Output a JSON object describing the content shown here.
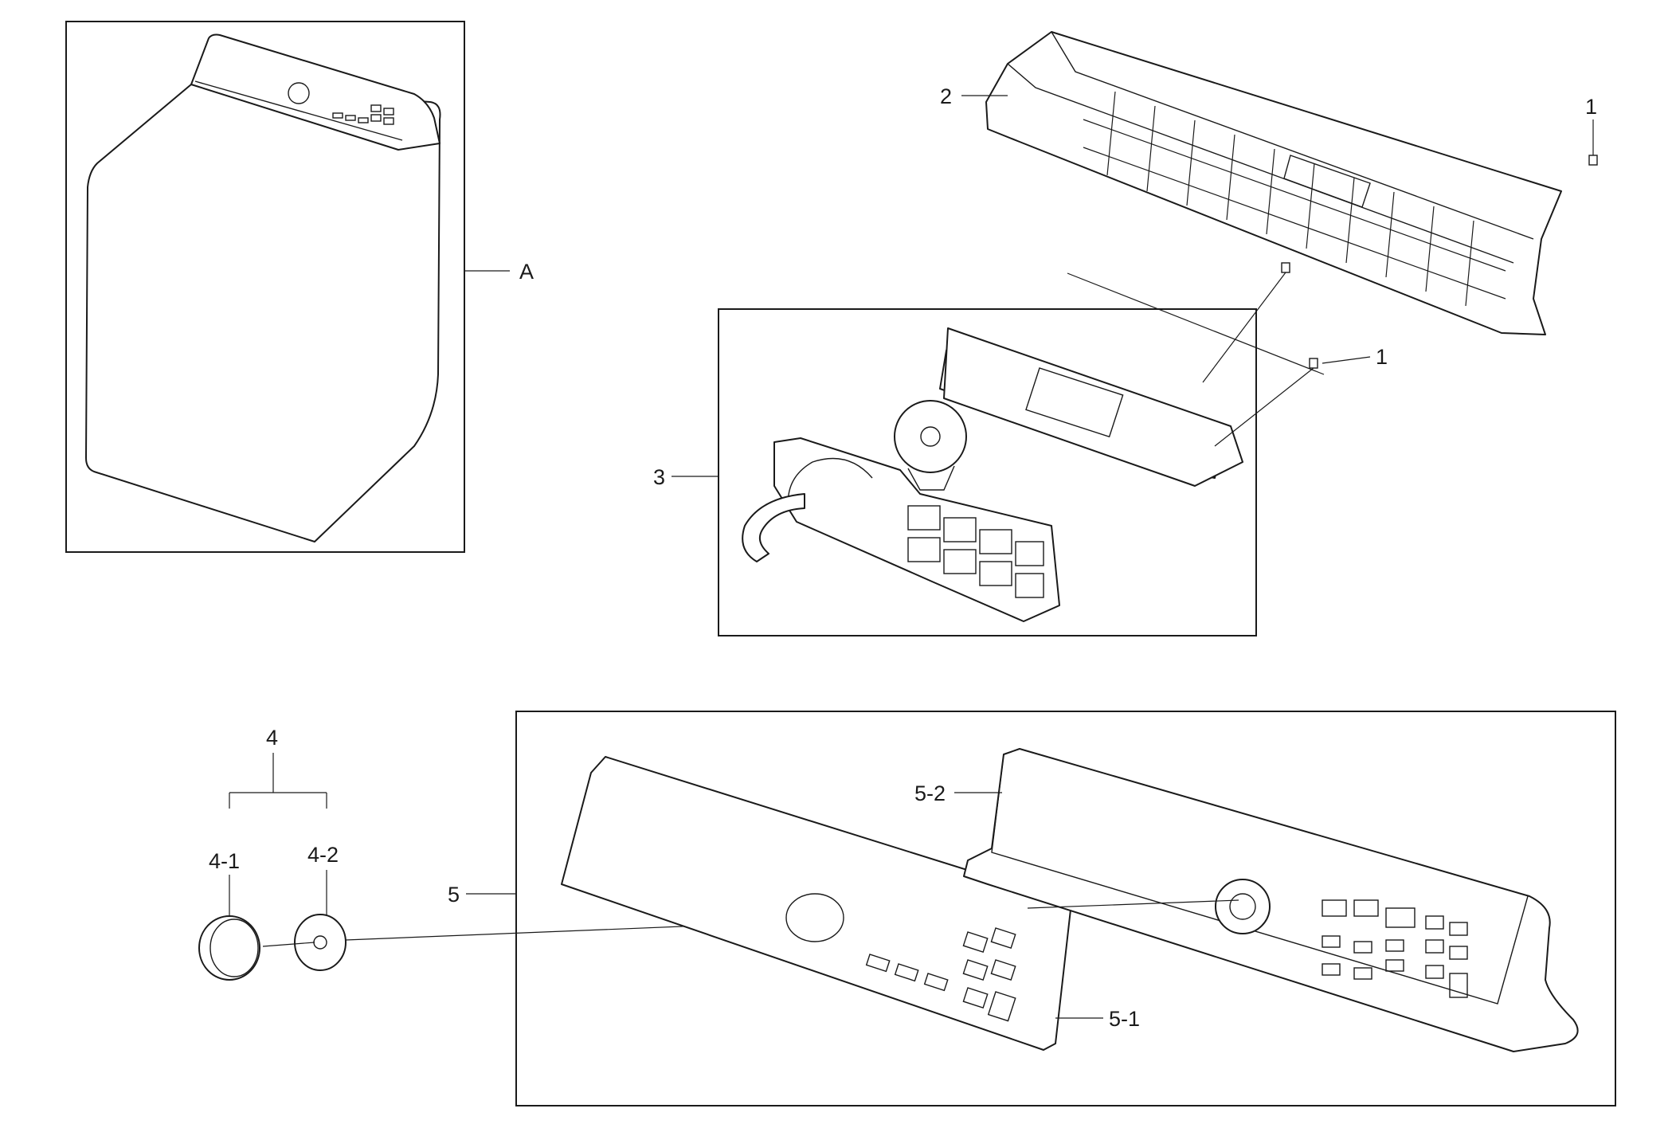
{
  "callouts": {
    "A": "A",
    "p1_top": "1",
    "p1_mid": "1",
    "p2": "2",
    "p3": "3",
    "p4": "4",
    "p4_1": "4-1",
    "p4_2": "4-2",
    "p5": "5",
    "p5_1": "5-1",
    "p5_2": "5-2"
  },
  "colors": {
    "line": "#1a1a1a",
    "background": "#ffffff"
  }
}
